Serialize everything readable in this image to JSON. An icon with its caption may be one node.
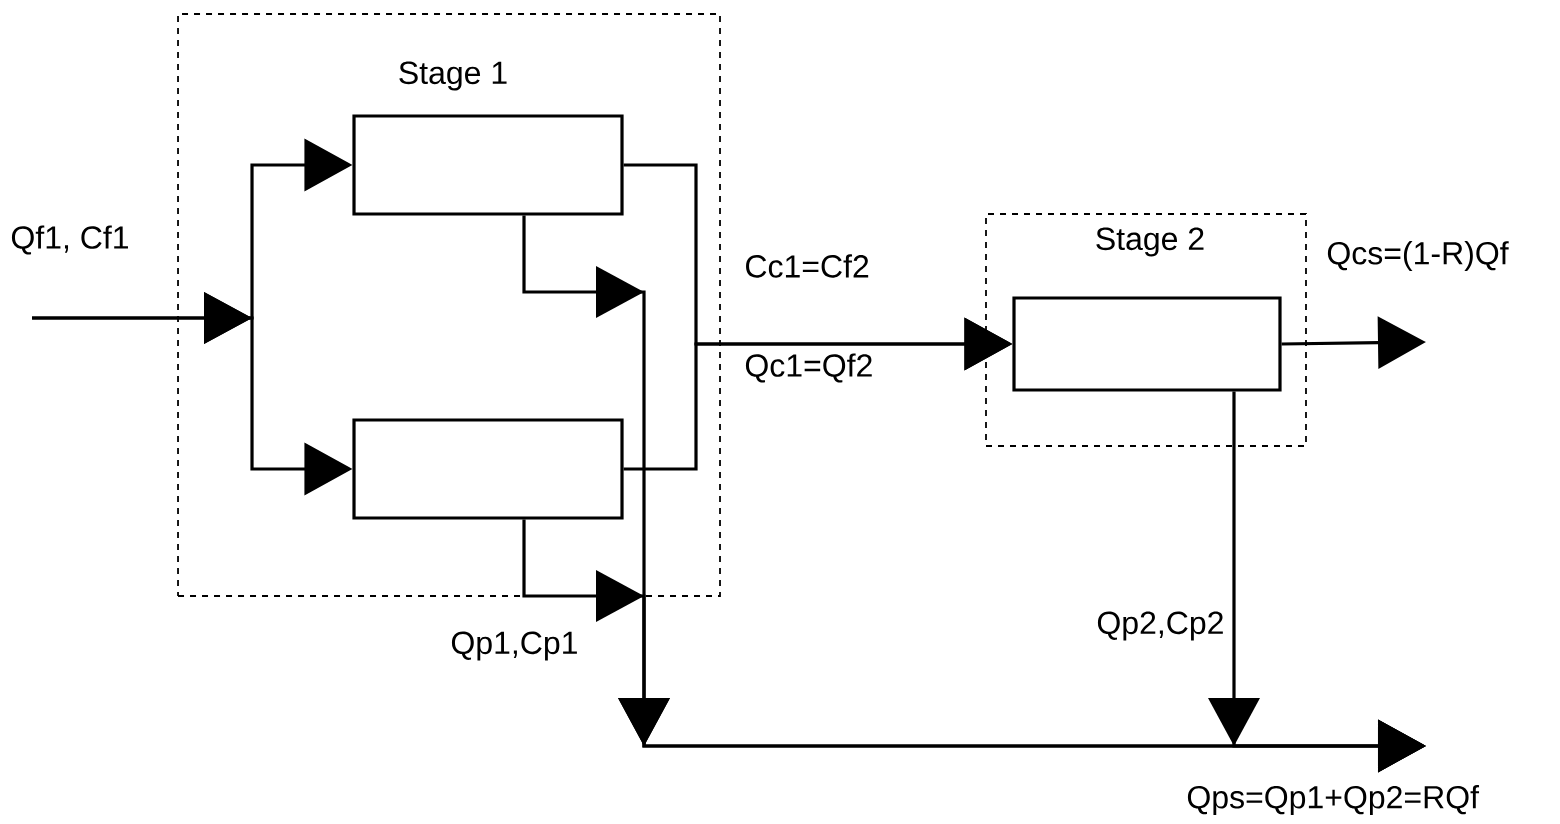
{
  "diagram": {
    "nodes": [
      {
        "text": [
          "Stage 1"
        ]
      },
      {
        "text": [],
        "shape": "box",
        "in": 0
      },
      {
        "text": [],
        "shape": "box",
        "in": 0
      },
      {
        "text": [
          "Stage 2"
        ]
      },
      {
        "text": [],
        "shape": "box",
        "in": 3
      }
    ],
    "edges": [
      {
        "from": null,
        "to": 1,
        "arrow": "to"
      },
      {
        "from": null,
        "to": 2,
        "arrow": "to"
      },
      {
        "from": 1,
        "to": 4,
        "arrow": "to"
      },
      {
        "from": 2,
        "to": 4,
        "arrow": "to"
      },
      {
        "from": 1,
        "to": null,
        "arrow": "to"
      },
      {
        "from": 2,
        "to": null,
        "arrow": "to"
      },
      {
        "from": 4,
        "to": null,
        "arrow": "to"
      },
      {
        "from": 4,
        "to": null,
        "arrow": "to"
      }
    ],
    "labels": [
      "Qf1, Cf1",
      "Cc1=Cf2",
      "Qc1=Qf2",
      "Qcs=(1-R)Qf",
      "Qp1,Cp1",
      "Qp2,Cp2",
      "Qps=Qp1+Qp2=RQf"
    ]
  }
}
